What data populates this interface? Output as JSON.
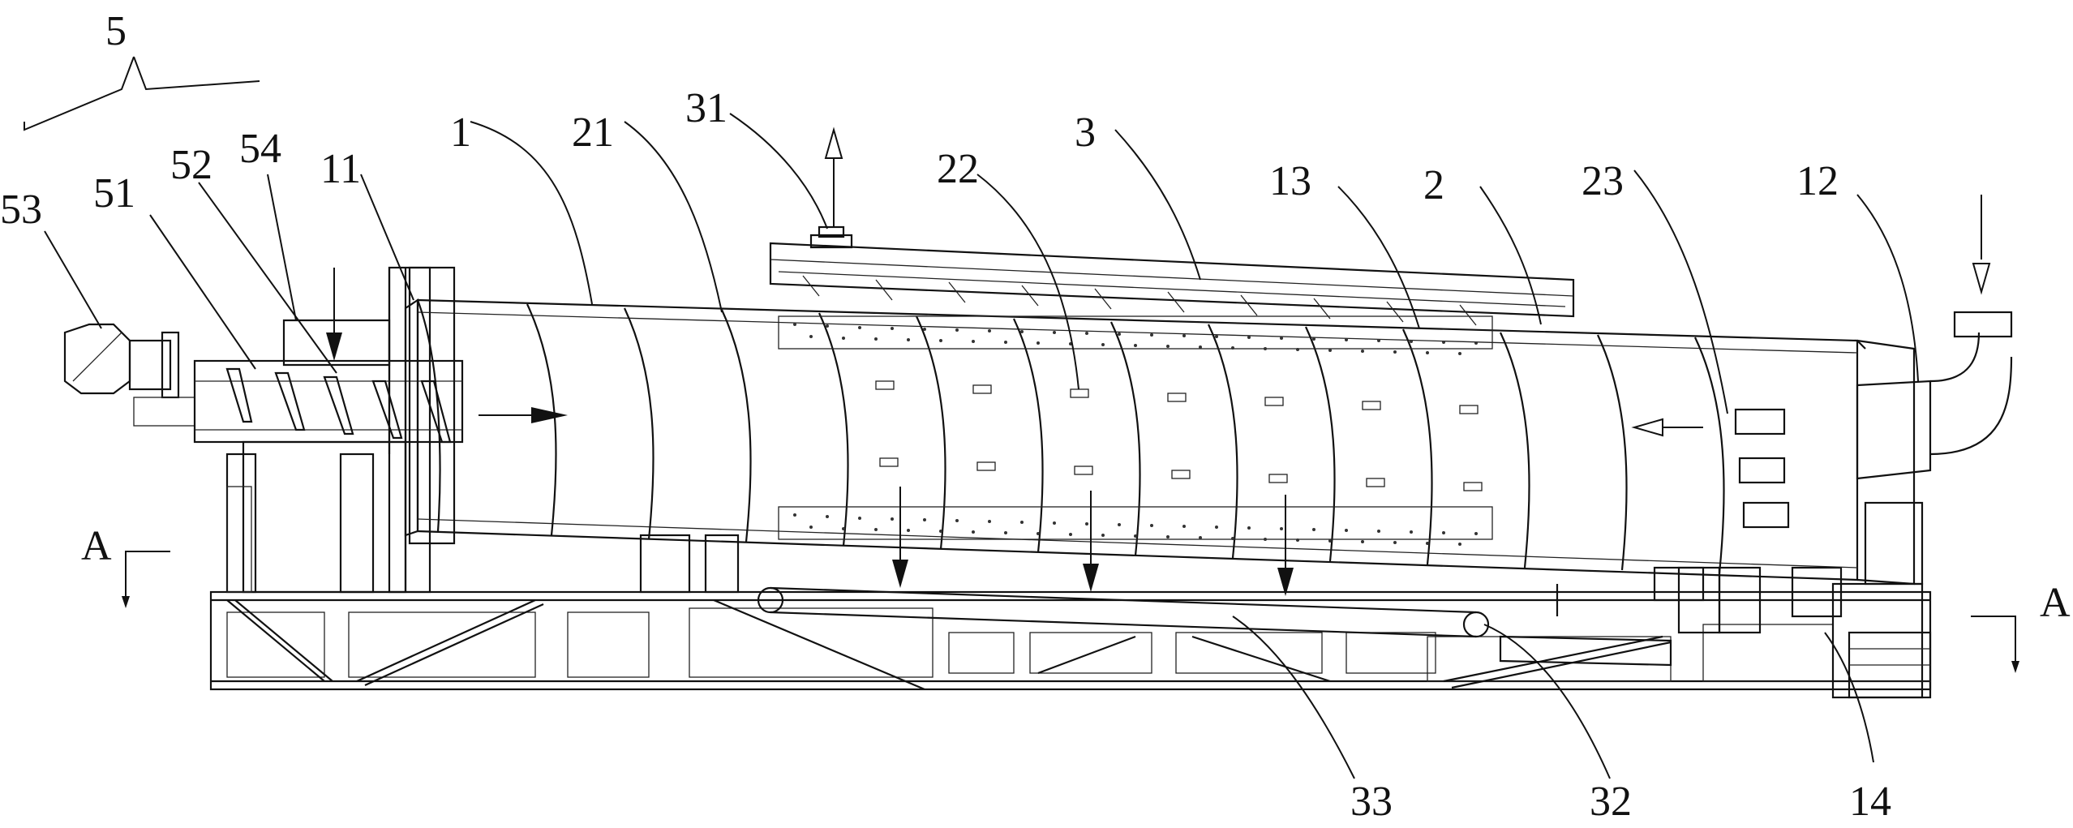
{
  "figure": {
    "labels": [
      {
        "id": "5",
        "text": "5"
      },
      {
        "id": "53",
        "text": "53"
      },
      {
        "id": "51",
        "text": "51"
      },
      {
        "id": "52",
        "text": "52"
      },
      {
        "id": "54",
        "text": "54"
      },
      {
        "id": "11",
        "text": "11"
      },
      {
        "id": "1",
        "text": "1"
      },
      {
        "id": "21",
        "text": "21"
      },
      {
        "id": "31",
        "text": "31"
      },
      {
        "id": "22",
        "text": "22"
      },
      {
        "id": "3",
        "text": "3"
      },
      {
        "id": "13",
        "text": "13"
      },
      {
        "id": "2",
        "text": "2"
      },
      {
        "id": "23",
        "text": "23"
      },
      {
        "id": "12",
        "text": "12"
      },
      {
        "id": "33",
        "text": "33"
      },
      {
        "id": "32",
        "text": "32"
      },
      {
        "id": "14",
        "text": "14"
      }
    ],
    "section_marks": [
      {
        "id": "left",
        "text": "A"
      },
      {
        "id": "right",
        "text": "A"
      }
    ]
  }
}
